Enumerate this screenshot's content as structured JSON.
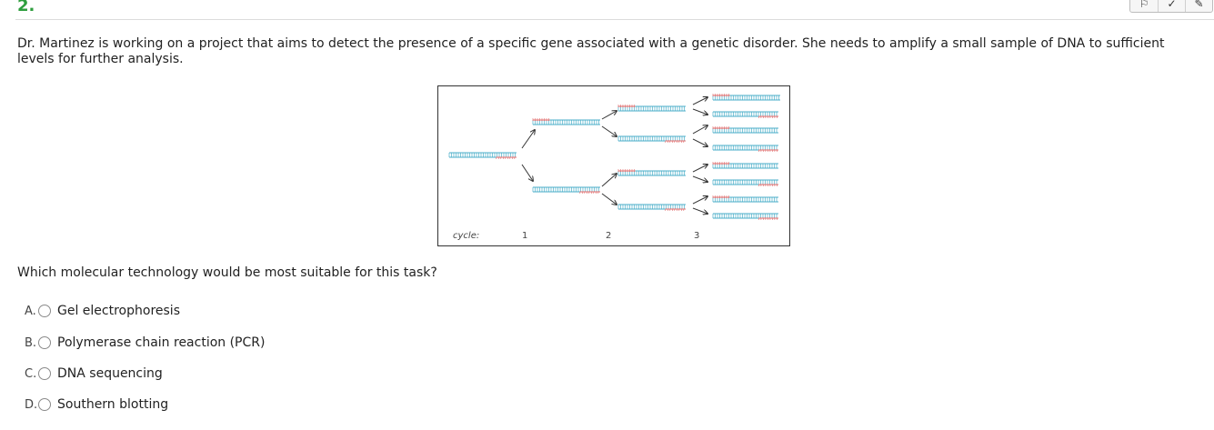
{
  "question": {
    "number": "2.",
    "stem": "Dr. Martinez is working on a project that aims to detect the presence of a specific gene associated with a genetic disorder. She needs to amplify a small sample of DNA to sufficient levels for further analysis.",
    "prompt": "Which molecular technology would be most suitable for this task?"
  },
  "toolbar": {
    "icons": [
      "flag-icon",
      "check-icon",
      "edit-icon"
    ]
  },
  "figure": {
    "cycle_label": "cycle:",
    "cycles": [
      "1",
      "2",
      "3"
    ]
  },
  "options": [
    {
      "letter": "A.",
      "text": "Gel electrophoresis"
    },
    {
      "letter": "B.",
      "text": "Polymerase chain reaction (PCR)"
    },
    {
      "letter": "C.",
      "text": "DNA sequencing"
    },
    {
      "letter": "D.",
      "text": "Southern blotting"
    }
  ],
  "colors": {
    "question_number": "#2e9e3e",
    "dna_blue": "#49aec8",
    "dna_red": "#e06a6a"
  }
}
